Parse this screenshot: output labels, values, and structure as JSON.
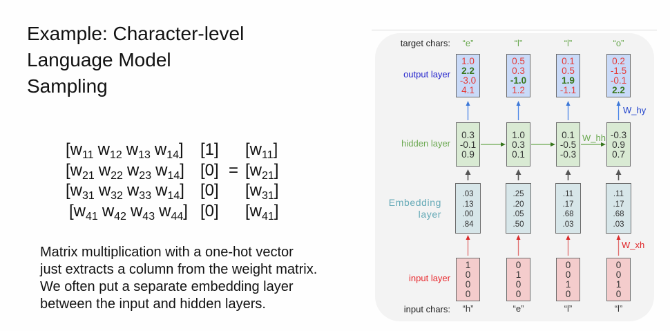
{
  "slide": {
    "title_lines": [
      "Example: Character-level",
      "Language Model",
      "Sampling"
    ],
    "matrix": {
      "open_bracket": "[",
      "close_bracket": "]",
      "rows": [
        {
          "terms": [
            {
              "base": "w",
              "sub": "11"
            },
            {
              "base": "w",
              "sub": "12"
            },
            {
              "base": "w",
              "sub": "13"
            },
            {
              "base": "w",
              "sub": "14"
            }
          ],
          "vector": "1",
          "operator": "",
          "result": {
            "base": "w",
            "sub": "11"
          }
        },
        {
          "terms": [
            {
              "base": "w",
              "sub": "21"
            },
            {
              "base": "w",
              "sub": "22"
            },
            {
              "base": "w",
              "sub": "23"
            },
            {
              "base": "w",
              "sub": "14"
            }
          ],
          "vector": "0",
          "operator": "=",
          "result": {
            "base": "w",
            "sub": "21"
          }
        },
        {
          "terms": [
            {
              "base": "w",
              "sub": "31"
            },
            {
              "base": "w",
              "sub": "32"
            },
            {
              "base": "w",
              "sub": "33"
            },
            {
              "base": "w",
              "sub": "14"
            }
          ],
          "vector": "0",
          "operator": "",
          "result": {
            "base": "w",
            "sub": "31"
          }
        },
        {
          "terms": [
            {
              "base": "w",
              "sub": "41"
            },
            {
              "base": "w",
              "sub": "42"
            },
            {
              "base": "w",
              "sub": "43"
            },
            {
              "base": "w",
              "sub": "44"
            }
          ],
          "vector": "0",
          "operator": "",
          "result": {
            "base": "w",
            "sub": "41"
          }
        }
      ]
    },
    "description_lines": [
      "Matrix multiplication with a one-hot vector",
      "just extracts a column from the weight matrix.",
      "We often put a separate embedding layer",
      "between the input and hidden layers."
    ]
  },
  "diagram": {
    "colors": {
      "correct_logit": "#38761d",
      "other_logit": "#e53935"
    },
    "labels": {
      "target_chars": "target chars:",
      "output_layer": "output layer",
      "hidden_layer": "hidden layer",
      "embedding_layer_line1": "Embedding",
      "embedding_layer_line2": "layer",
      "input_layer": "input layer",
      "input_chars": "input chars:"
    },
    "weights": {
      "w_hy": "W_hy",
      "w_hh": "W_hh",
      "w_xh": "W_xh"
    },
    "columns": [
      {
        "target_char": "“e”",
        "output": [
          {
            "value": "1.0",
            "correct": false
          },
          {
            "value": "2.2",
            "correct": true
          },
          {
            "value": "-3.0",
            "correct": false
          },
          {
            "value": "4.1",
            "correct": false
          }
        ],
        "hidden": [
          "0.3",
          "-0.1",
          "0.9"
        ],
        "embedding": [
          ".03",
          ".13",
          ".00",
          ".84"
        ],
        "input": [
          "1",
          "0",
          "0",
          "0"
        ],
        "input_char": "“h”"
      },
      {
        "target_char": "“l”",
        "output": [
          {
            "value": "0.5",
            "correct": false
          },
          {
            "value": "0.3",
            "correct": false
          },
          {
            "value": "-1.0",
            "correct": true
          },
          {
            "value": "1.2",
            "correct": false
          }
        ],
        "hidden": [
          "1.0",
          "0.3",
          "0.1"
        ],
        "embedding": [
          ".25",
          ".20",
          ".05",
          ".50"
        ],
        "input": [
          "0",
          "1",
          "0",
          "0"
        ],
        "input_char": "“e”"
      },
      {
        "target_char": "“l”",
        "output": [
          {
            "value": "0.1",
            "correct": false
          },
          {
            "value": "0.5",
            "correct": false
          },
          {
            "value": "1.9",
            "correct": true
          },
          {
            "value": "-1.1",
            "correct": false
          }
        ],
        "hidden": [
          "0.1",
          "-0.5",
          "-0.3"
        ],
        "embedding": [
          ".11",
          ".17",
          ".68",
          ".03"
        ],
        "input": [
          "0",
          "0",
          "1",
          "0"
        ],
        "input_char": "“l”"
      },
      {
        "target_char": "“o”",
        "output": [
          {
            "value": "0.2",
            "correct": false
          },
          {
            "value": "-1.5",
            "correct": false
          },
          {
            "value": "-0.1",
            "correct": false
          },
          {
            "value": "2.2",
            "correct": true
          }
        ],
        "hidden": [
          "-0.3",
          "0.9",
          "0.7"
        ],
        "embedding": [
          ".11",
          ".17",
          ".68",
          ".03"
        ],
        "input": [
          "0",
          "0",
          "1",
          "0"
        ],
        "input_char": "“l”"
      }
    ]
  }
}
